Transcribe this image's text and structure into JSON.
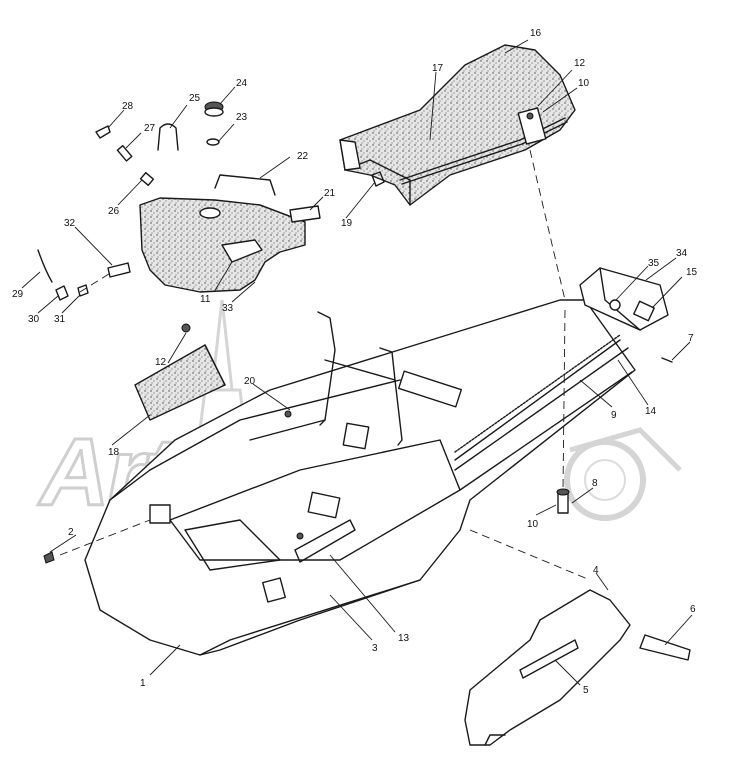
{
  "watermark": {
    "text": "Artem"
  },
  "colors": {
    "ink": "#1a1a1a",
    "watermark": "#cfcfcf",
    "background": "#ffffff"
  },
  "labels": [
    "1",
    "2",
    "3",
    "4",
    "5",
    "6",
    "7",
    "8",
    "9",
    "10",
    "10",
    "11",
    "12",
    "12",
    "13",
    "14",
    "15",
    "16",
    "17",
    "18",
    "19",
    "20",
    "21",
    "22",
    "23",
    "24",
    "25",
    "26",
    "27",
    "28",
    "29",
    "30",
    "31",
    "32",
    "33",
    "34",
    "35"
  ]
}
